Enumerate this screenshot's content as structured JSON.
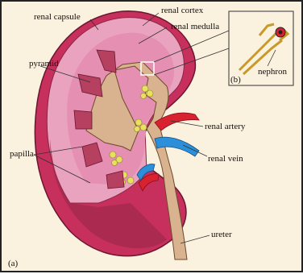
{
  "labels": {
    "renal_capsule": "renal capsule",
    "renal_cortex": "renal cortex",
    "renal_medulla": "renal medulla",
    "pyramid": "pyramid",
    "papilla": "papilla",
    "renal_artery": "renal artery",
    "renal_vein": "renal vein",
    "ureter": "ureter",
    "nephron": "nephron",
    "panel_a": "(a)",
    "panel_b": "(b)"
  },
  "colors": {
    "background": "#fbf1df",
    "cortex": "#e9a3be",
    "capsule": "#c7305c",
    "capsule_dark": "#9e2346",
    "pelvis": "#d9b38f",
    "pyramid": "#b5405f",
    "fat": "#e8e060",
    "artery": "#d8222f",
    "vein": "#2c8fd9"
  }
}
